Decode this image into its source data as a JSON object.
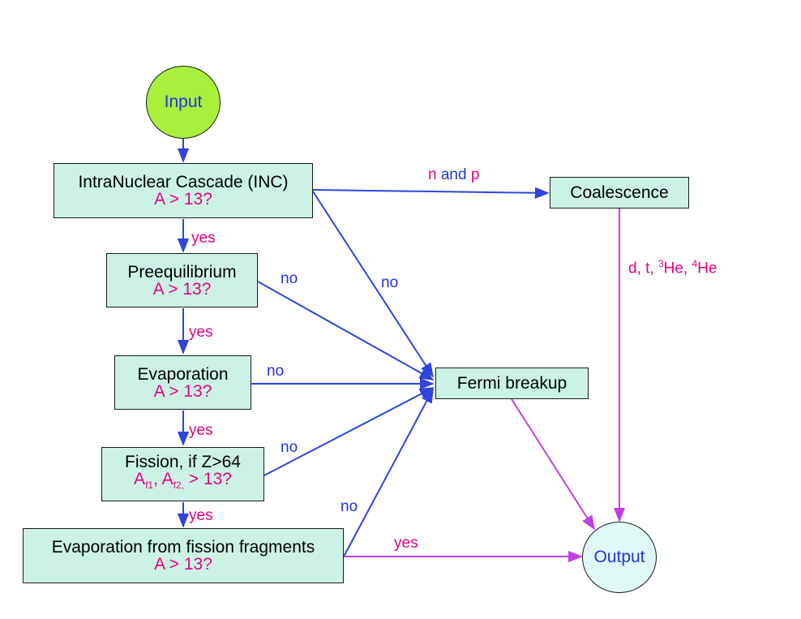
{
  "colors": {
    "box_fill": "#ccf2e6",
    "arrow_blue": "#2e44dd",
    "arrow_purple": "#c040e0",
    "label_pink": "#e6007e",
    "label_blue": "#2233dd",
    "input_fill": "#a8f03c",
    "output_fill": "#dffaf6"
  },
  "nodes": {
    "input": {
      "label": "Input"
    },
    "inc": {
      "title": "IntraNuclear Cascade (INC)",
      "condition": "A > 13?"
    },
    "preeq": {
      "title": "Preequilibrium",
      "condition": "A > 13?"
    },
    "evap": {
      "title": "Evaporation",
      "condition": "A > 13?"
    },
    "fission": {
      "title": "Fission, if Z>64",
      "cond_a1": "A",
      "cond_a1_sub": "f1",
      "cond_sep": ", ",
      "cond_a2": "A",
      "cond_a2_sub": "f2,",
      "cond_rest": " > 13?"
    },
    "fragments": {
      "title": "Evaporation from fission fragments",
      "condition": "A > 13?"
    },
    "coalescence": {
      "label": "Coalescence"
    },
    "fermi": {
      "label": "Fermi breakup"
    },
    "output": {
      "label": "Output"
    }
  },
  "edge_labels": {
    "inc_coal_n": "n",
    "inc_coal_and": "and",
    "inc_coal_p": "p",
    "inc_fermi": "no",
    "preeq_fermi": "no",
    "evap_fermi": "no",
    "fission_fermi": "no",
    "fragments_fermi": "no",
    "inc_preeq": "yes",
    "preeq_evap": "yes",
    "evap_fission": "yes",
    "fission_fragments": "yes",
    "fragments_output": "yes",
    "coal_output_dt": "d, t, ",
    "coal_output_sup3": "3",
    "coal_output_he3": "He, ",
    "coal_output_sup4": "4",
    "coal_output_he4": "He"
  }
}
